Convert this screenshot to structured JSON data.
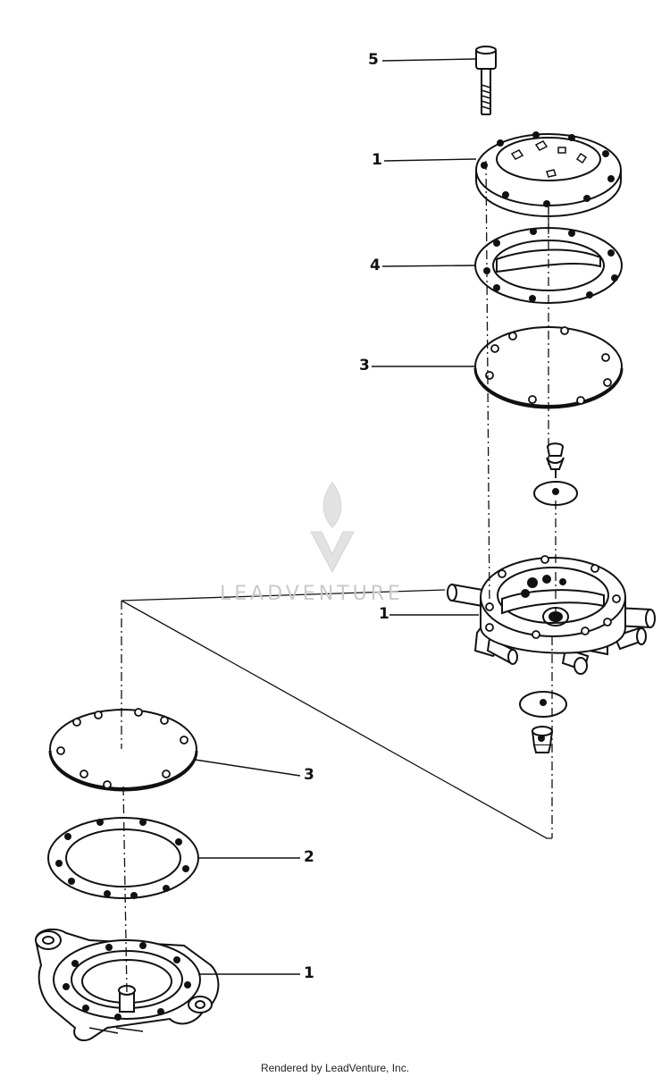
{
  "watermark": {
    "text": "LEADVENTURE"
  },
  "footer": {
    "text": "Rendered by LeadVenture, Inc."
  },
  "callouts": {
    "upper_bolt": "5",
    "upper_cover": "1",
    "upper_gasket": "4",
    "upper_diaphragm": "3",
    "pump_body": "1",
    "lower_diaphragm": "3",
    "lower_gasket": "2",
    "lower_cover": "1"
  },
  "colors": {
    "line": "#111111",
    "watermark": "#c9c9c9",
    "background": "#ffffff"
  }
}
